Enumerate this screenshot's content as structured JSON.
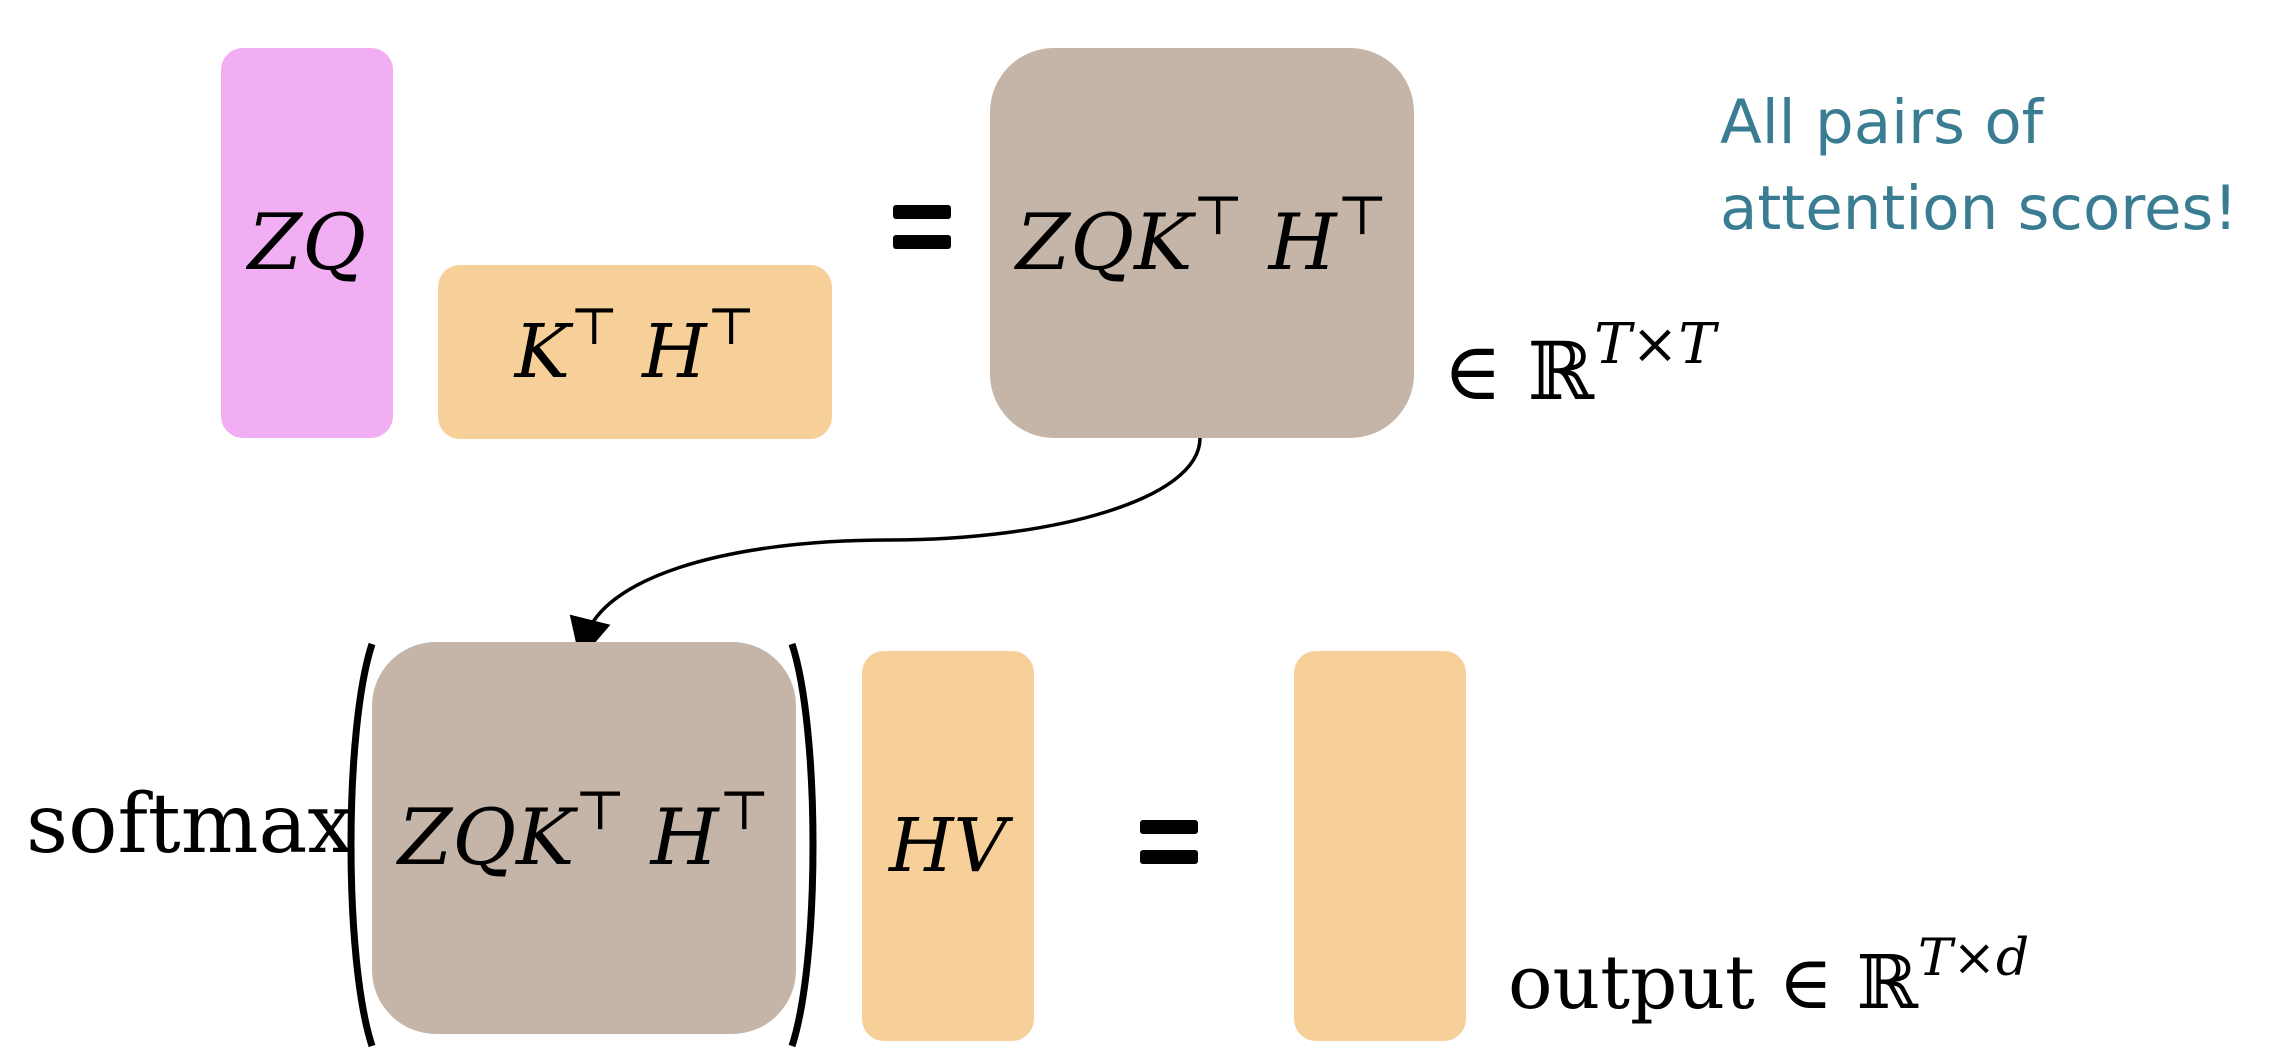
{
  "top_row": {
    "zq_label": "ZQ",
    "kh_label": "K",
    "kh_label_h": "H",
    "transpose": "⊤",
    "scores_label": "ZQK",
    "scores_label_h": "H",
    "membership": "∈ ℝ",
    "membership_exp": "T×T"
  },
  "note": {
    "line1": "All pairs of",
    "line2": "attention scores!"
  },
  "bottom_row": {
    "softmax_label": "softmax",
    "scores_label": "ZQK",
    "scores_label_h": "H",
    "transpose": "⊤",
    "hv_label": "HV",
    "output_label": "output ∈ ℝ",
    "output_exp": "T×d"
  }
}
